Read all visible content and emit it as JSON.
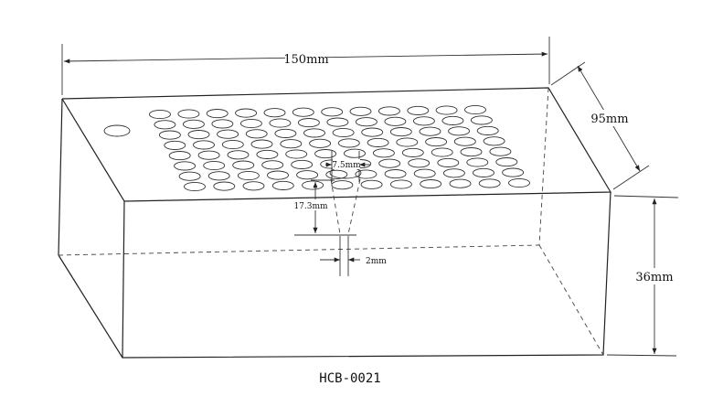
{
  "drawing": {
    "dimensions": {
      "length": "150mm",
      "width": "95mm",
      "height": "36mm",
      "hole_diameter": "7.5mm",
      "hole_depth": "17.3mm",
      "bottom_thickness": "2mm"
    },
    "model_code": "HCB-0021",
    "hole_grid": {
      "rows": 8,
      "columns": 12
    }
  }
}
